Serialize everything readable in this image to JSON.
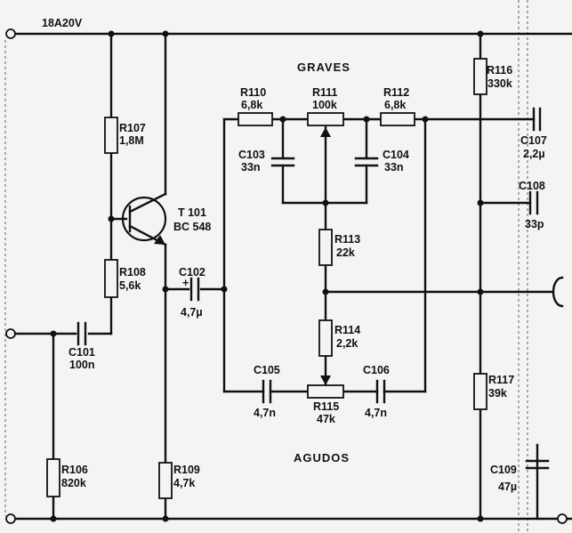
{
  "supply_label": "18A20V",
  "sections": {
    "bass": "GRAVES",
    "treble": "AGUDOS"
  },
  "components": {
    "r107": {
      "ref": "R107",
      "value": "1,8M"
    },
    "r108": {
      "ref": "R108",
      "value": "5,6k"
    },
    "r106": {
      "ref": "R106",
      "value": "820k"
    },
    "r109": {
      "ref": "R109",
      "value": "4,7k"
    },
    "t101": {
      "ref": "T 101",
      "value": "BC 548"
    },
    "c101": {
      "ref": "C101",
      "value": "100n"
    },
    "c102": {
      "ref": "C102",
      "value": "4,7µ"
    },
    "r110": {
      "ref": "R110",
      "value": "6,8k"
    },
    "r111": {
      "ref": "R111",
      "value": "100k"
    },
    "r112": {
      "ref": "R112",
      "value": "6,8k"
    },
    "c103": {
      "ref": "C103",
      "value": "33n"
    },
    "c104": {
      "ref": "C104",
      "value": "33n"
    },
    "r113": {
      "ref": "R113",
      "value": "22k"
    },
    "r114": {
      "ref": "R114",
      "value": "2,2k"
    },
    "c105": {
      "ref": "C105",
      "value": "4,7n"
    },
    "c106": {
      "ref": "C106",
      "value": "4,7n"
    },
    "r115": {
      "ref": "R115",
      "value": "47k"
    },
    "r116": {
      "ref": "R116",
      "value": "330k"
    },
    "r117": {
      "ref": "R117",
      "value": "39k"
    },
    "c107": {
      "ref": "C107",
      "value": "2,2µ"
    },
    "c108": {
      "ref": "C108",
      "value": "33p"
    },
    "c109": {
      "ref": "C109",
      "value": "47µ"
    }
  }
}
